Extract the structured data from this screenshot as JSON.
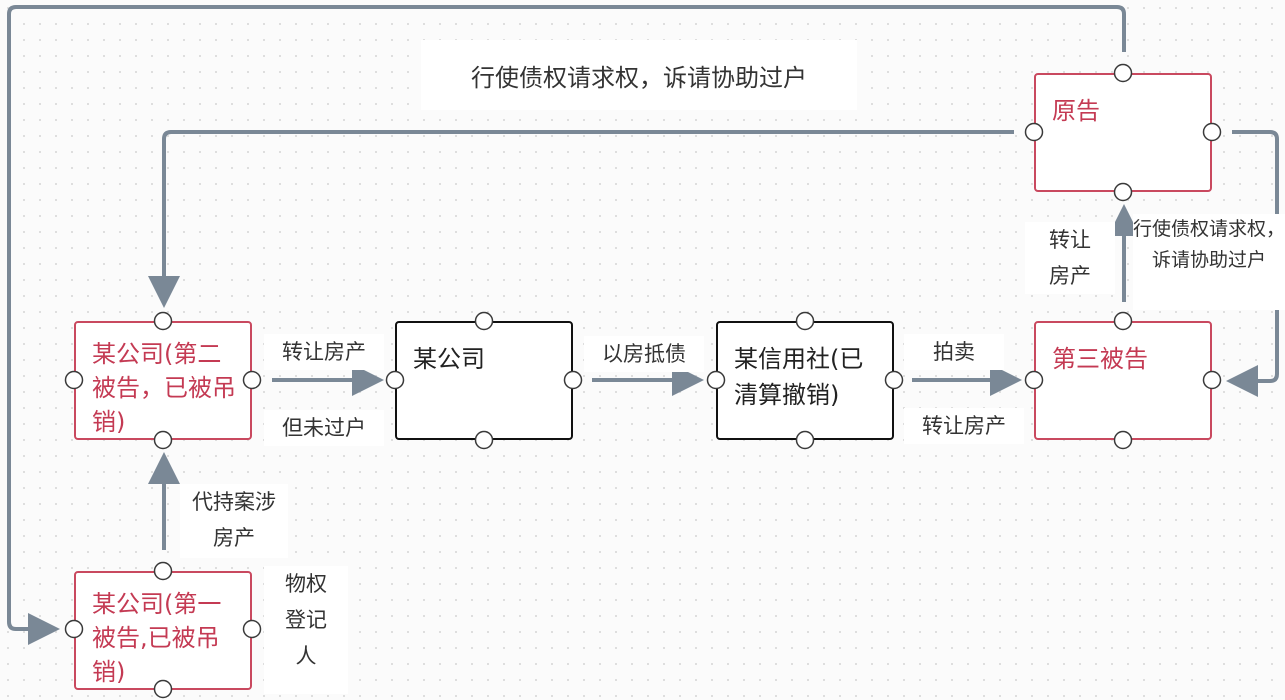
{
  "nodes": {
    "plaintiff": {
      "text": "原告"
    },
    "defendant2": {
      "text": "某公司(第二被告，已被吊销)"
    },
    "company": {
      "text": "某公司"
    },
    "credit_union": {
      "text": "某信用社(已清算撤销)"
    },
    "defendant3": {
      "text": "第三被告"
    },
    "defendant1": {
      "text": "某公司(第一被告,已被吊销)"
    }
  },
  "edge_labels": {
    "top_claim": "行使债权请求权，诉请协助过户",
    "right_claim": "行使债权请求权，诉请协助过户",
    "transfer_to_plaintiff": "转让房产",
    "transfer_not_registered_top": "转让房产",
    "transfer_not_registered_bottom": "但未过户",
    "mortgage": "以房抵债",
    "auction": "拍卖",
    "auction_transfer": "转让房产",
    "nominee": "代持案涉房产",
    "registrant": "物权登记人"
  },
  "colors": {
    "node_red": "#c9495f",
    "node_black": "#111111",
    "edge": "#7a8896"
  }
}
